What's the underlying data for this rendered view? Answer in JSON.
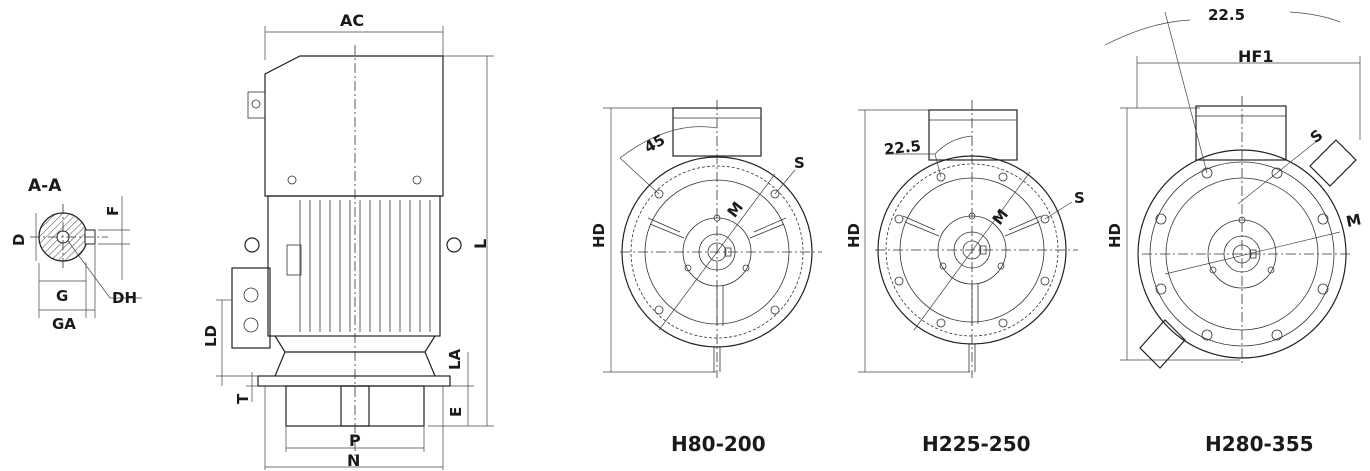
{
  "section_view": {
    "title": "A-A",
    "labels": {
      "d": "D",
      "f": "F",
      "g": "G",
      "ga": "GA",
      "dh": "DH"
    }
  },
  "side_view": {
    "labels": {
      "ac": "AC",
      "l": "L",
      "ld": "LD",
      "la": "LA",
      "t": "T",
      "e": "E",
      "p": "P",
      "n": "N"
    }
  },
  "view_h80": {
    "caption": "H80-200",
    "labels": {
      "hd": "HD",
      "angle": "45",
      "s": "S",
      "m": "M"
    }
  },
  "view_h225": {
    "caption": "H225-250",
    "labels": {
      "hd": "HD",
      "angle": "22.5",
      "s": "S",
      "m": "M"
    }
  },
  "view_h280": {
    "caption": "H280-355",
    "labels": {
      "hd": "HD",
      "angle": "22.5",
      "hf1": "HF1",
      "s": "S",
      "m": "M"
    }
  }
}
